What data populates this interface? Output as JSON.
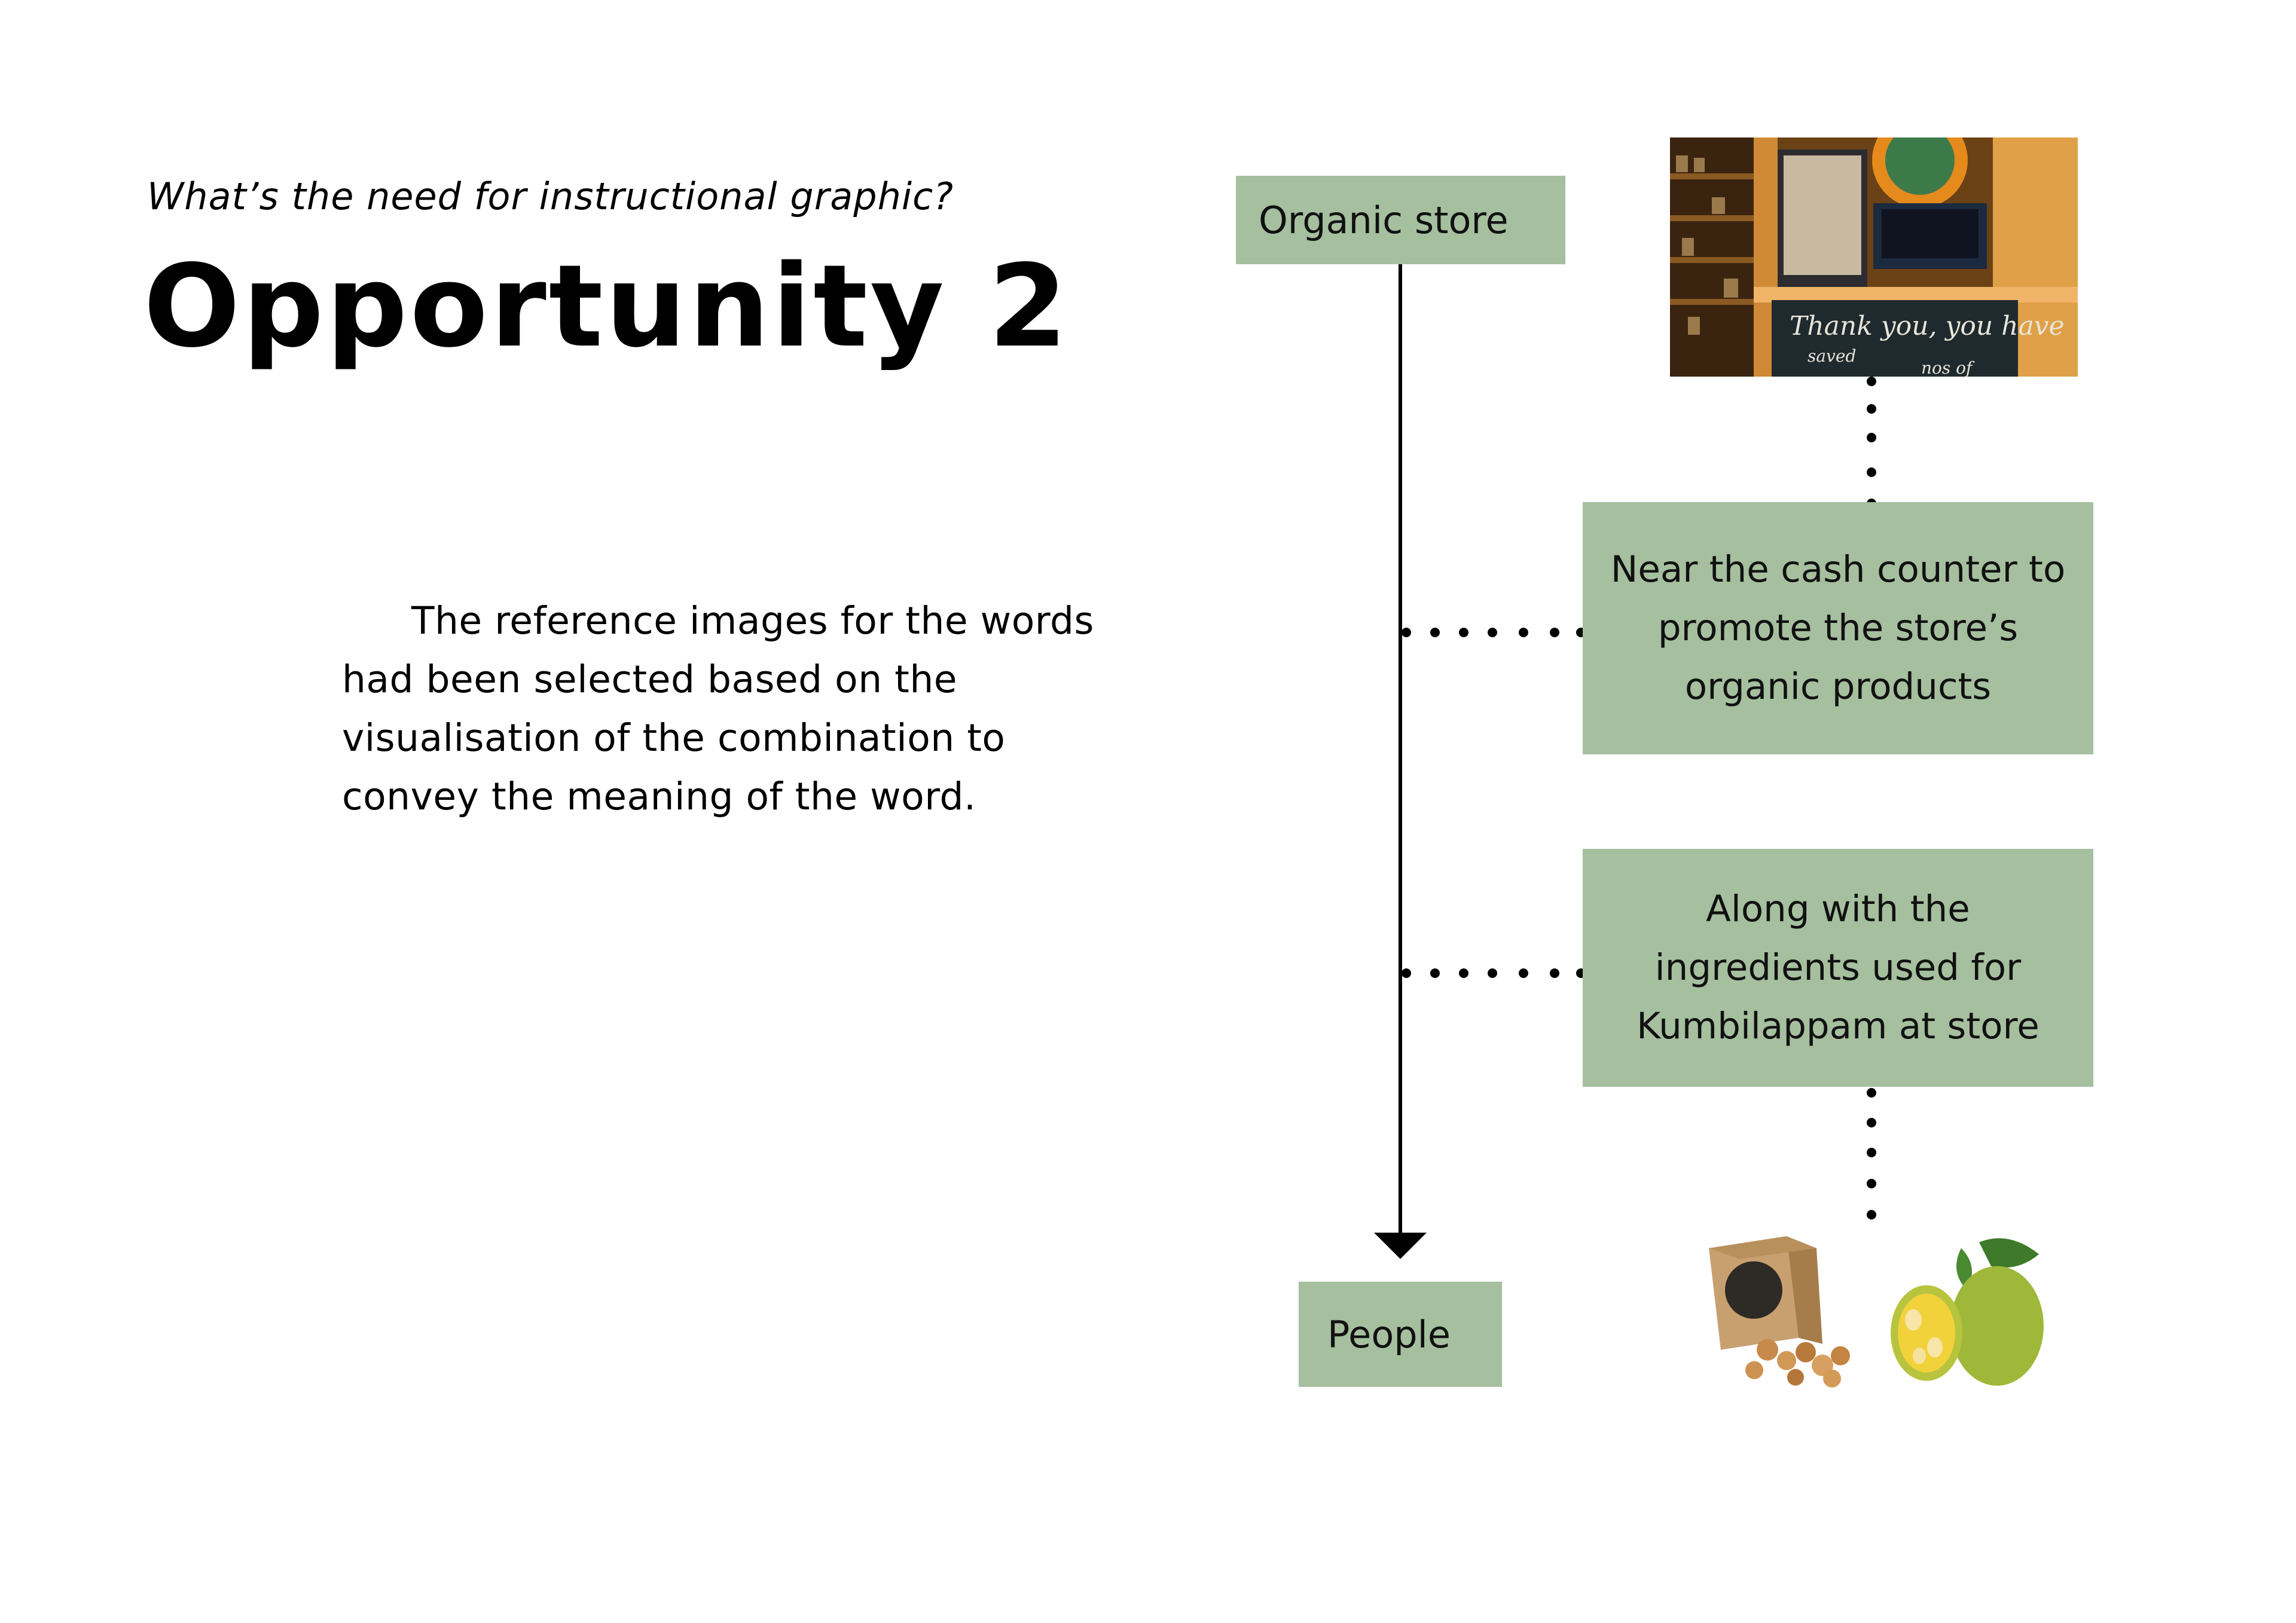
{
  "header": {
    "question": "What’s the need for instructional graphic?",
    "title": "Opportunity 2"
  },
  "description": "The reference images for the words had been selected based on the visualisation of the combination to convey the meaning of the word.",
  "flow": {
    "start": "Organic store",
    "end": "People",
    "placements": [
      "Near the cash counter to promote the store’s organic products",
      "Along with the ingredients used for Kumbilappam at store"
    ]
  },
  "photo_text": {
    "chalkboard_line1": "Thank you, you have",
    "chalkboard_line2": "saved",
    "chalkboard_line3": "nos of"
  },
  "colors": {
    "box_fill": "#a5bf9f",
    "text": "#000000",
    "background": "#ffffff"
  }
}
